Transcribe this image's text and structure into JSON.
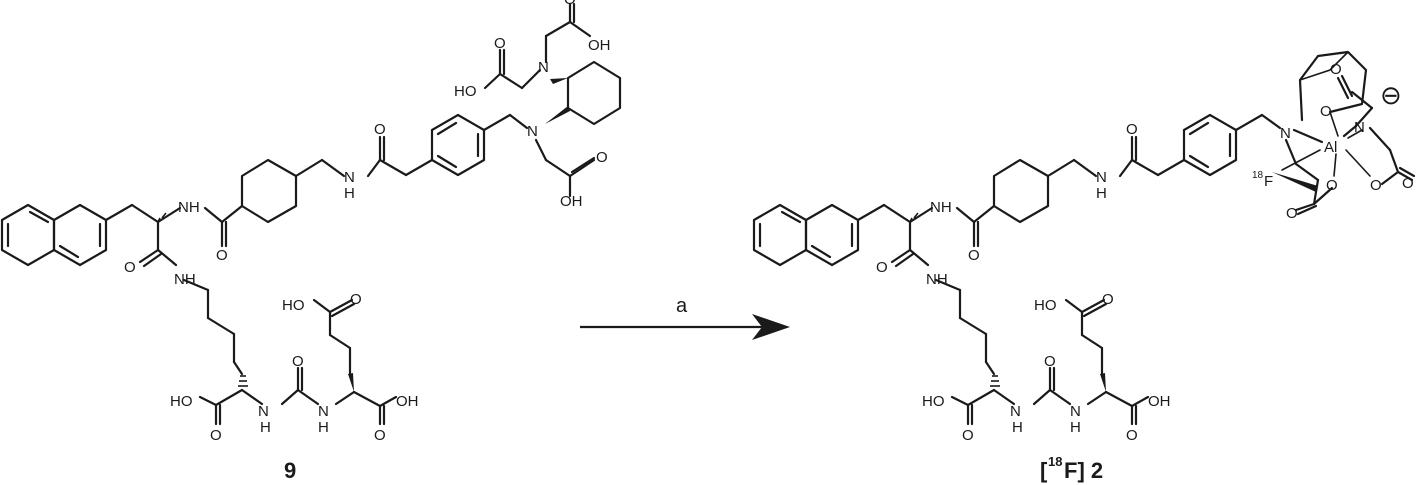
{
  "figure": {
    "reactant_label": "9",
    "product_label_prefix": "[",
    "product_isotope": "18",
    "product_label_rest": "F] 2",
    "reaction_condition": "a",
    "atom_labels": {
      "nh": "NH",
      "h": "H",
      "n": "N",
      "o": "O",
      "oh": "OH",
      "ho": "HO",
      "al": "Al",
      "f": "F",
      "f_isotope": "18"
    },
    "charge_symbol": "⊖"
  }
}
